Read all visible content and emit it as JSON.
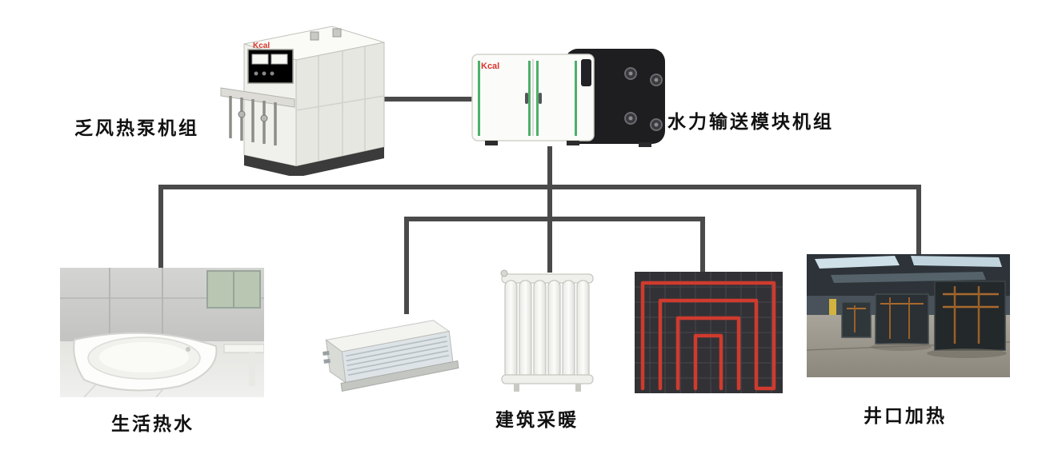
{
  "page": {
    "background": "#ffffff",
    "type": "system-connection-diagram"
  },
  "colors": {
    "connector": "#4a4a4a",
    "label_text": "#111111",
    "brand_red": "#d8342c",
    "accent_green": "#4cb06a",
    "pipe_red": "#cf3b2e"
  },
  "nodes": {
    "heat_pump": {
      "label": "乏风热泵机组",
      "brand": "Kcal"
    },
    "hydraulic_module": {
      "label": "水力输送模块机组",
      "brand": "Kcal"
    },
    "hot_water": {
      "label": "生活热水"
    },
    "heating": {
      "label": "建筑采暖"
    },
    "wellhead": {
      "label": "井口加热"
    }
  }
}
